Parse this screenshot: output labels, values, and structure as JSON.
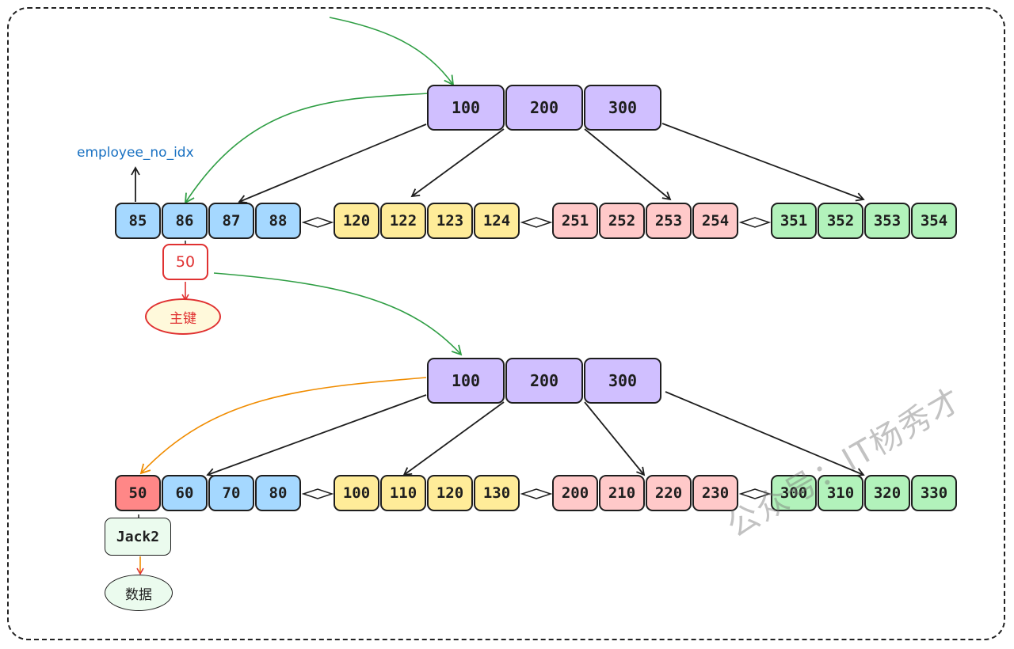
{
  "colors": {
    "root": "#d0bfff",
    "blue": "#a5d8ff",
    "yellow": "#ffec99",
    "pink": "#ffc9c9",
    "green": "#b2f2bb",
    "highlight": "#ff8787",
    "green_arrow": "#2f9e44",
    "orange_arrow": "#f08c00",
    "red_arrow": "#e03131"
  },
  "secondary_index": {
    "label": "employee_no_idx",
    "root": [
      "100",
      "200",
      "300"
    ],
    "leaves": [
      [
        "85",
        "86",
        "87",
        "88"
      ],
      [
        "120",
        "122",
        "123",
        "124"
      ],
      [
        "251",
        "252",
        "253",
        "254"
      ],
      [
        "351",
        "352",
        "353",
        "354"
      ]
    ],
    "primary_key_value": "50",
    "primary_key_label": "主键"
  },
  "clustered_index": {
    "root": [
      "100",
      "200",
      "300"
    ],
    "leaves": [
      [
        "50",
        "60",
        "70",
        "80"
      ],
      [
        "100",
        "110",
        "120",
        "130"
      ],
      [
        "200",
        "210",
        "220",
        "230"
      ],
      [
        "300",
        "310",
        "320",
        "330"
      ]
    ],
    "row_value": "Jack2",
    "row_label": "数据"
  },
  "watermark": "公众号：IT杨秀才"
}
